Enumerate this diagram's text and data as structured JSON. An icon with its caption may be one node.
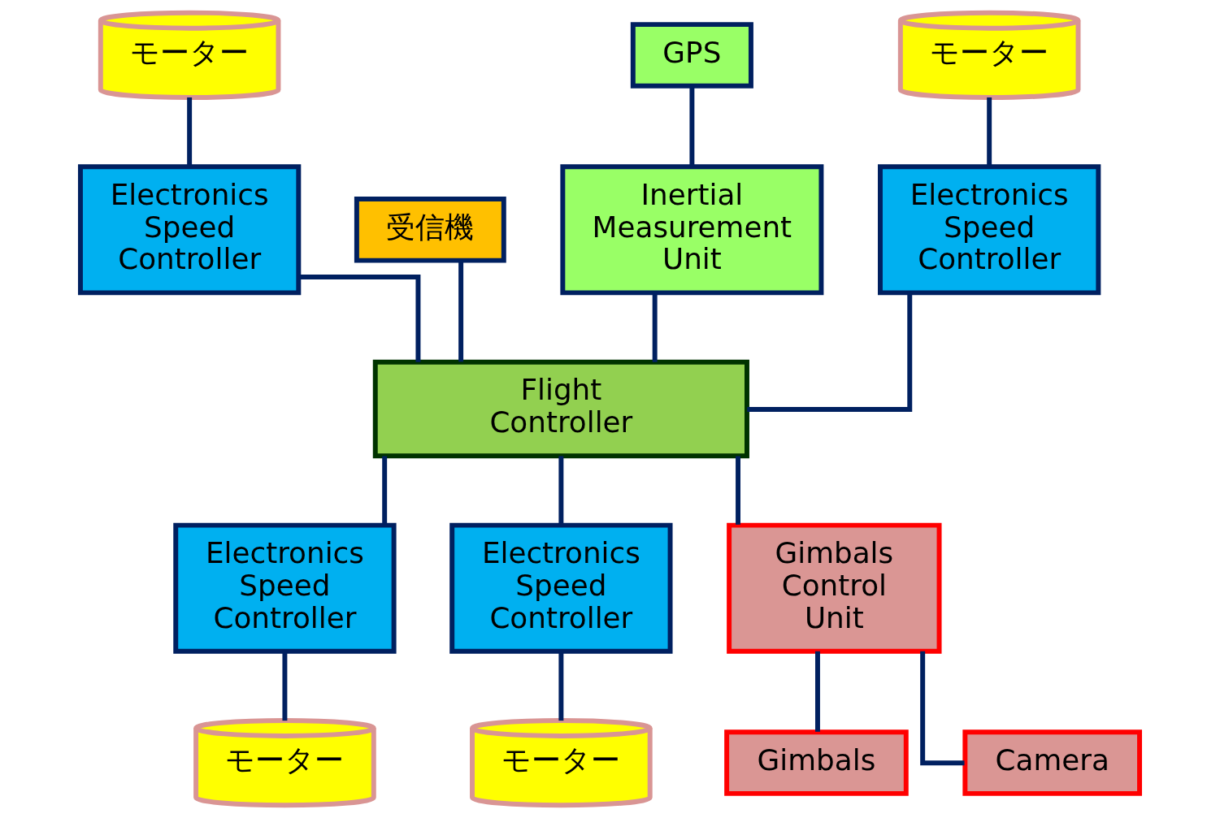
{
  "diagram": {
    "nodes": [
      {
        "text": [
          "モーター"
        ]
      },
      {
        "text": [
          "受信機"
        ]
      },
      {
        "text": [
          "GPS"
        ]
      },
      {
        "text": [
          "モーター"
        ]
      },
      {
        "text": [
          "Inertial Measurement Unit"
        ]
      },
      {
        "text": [
          "Electronics Speed Controller"
        ]
      },
      {
        "text": [
          "Electronics Speed Controller"
        ]
      },
      {
        "text": [
          "Flight Controller"
        ]
      },
      {
        "text": [
          "Electronics Speed Controller"
        ]
      },
      {
        "text": [
          "Electronics Speed Controller"
        ]
      },
      {
        "text": [
          "Gimbals Control Unit"
        ]
      },
      {
        "text": [
          "Gimbals"
        ]
      },
      {
        "text": [
          "Camera"
        ]
      },
      {
        "text": [
          "モーター"
        ]
      },
      {
        "text": [
          "モーター"
        ]
      }
    ],
    "edges": [
      {
        "from": 2,
        "to": 4,
        "arrow": "none"
      },
      {
        "from": 1,
        "to": 7,
        "arrow": "none"
      },
      {
        "from": 4,
        "to": 7,
        "arrow": "none"
      },
      {
        "from": 0,
        "to": 5,
        "arrow": "none"
      },
      {
        "from": 3,
        "to": 6,
        "arrow": "none"
      },
      {
        "from": 5,
        "to": 7,
        "arrow": "none"
      },
      {
        "from": 6,
        "to": 7,
        "arrow": "none"
      },
      {
        "from": 7,
        "to": 8,
        "arrow": "none"
      },
      {
        "from": 7,
        "to": 9,
        "arrow": "none"
      },
      {
        "from": 7,
        "to": 10,
        "arrow": "none"
      },
      {
        "from": 8,
        "to": 13,
        "arrow": "none"
      },
      {
        "from": 9,
        "to": 14,
        "arrow": "none"
      },
      {
        "from": 10,
        "to": 11,
        "arrow": "none"
      },
      {
        "from": 10,
        "to": 12,
        "arrow": "none"
      }
    ]
  }
}
